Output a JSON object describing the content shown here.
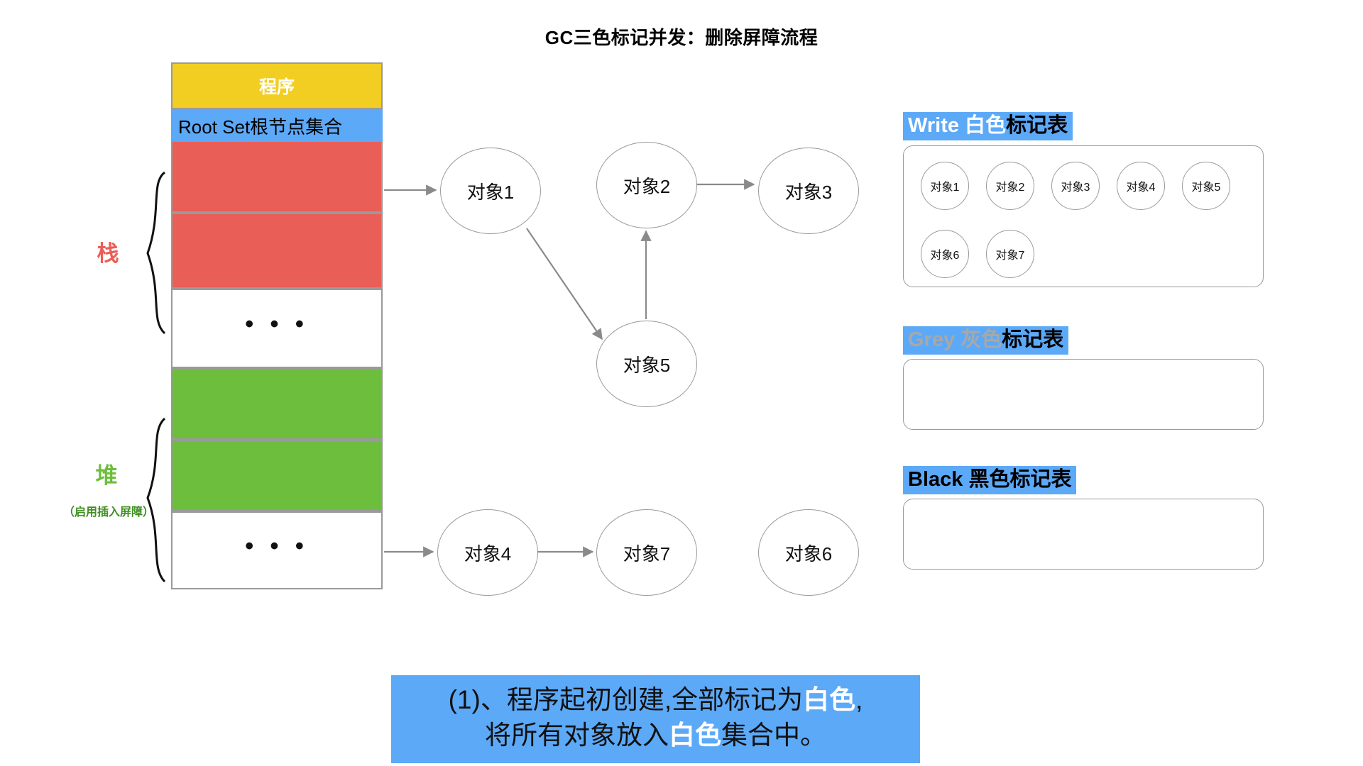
{
  "title": "GC三色标记并发：删除屏障流程",
  "memory": {
    "program_label": "程序",
    "root_set_label": "Root Set根节点集合",
    "ellipsis": "• • •",
    "slots": [
      {
        "name": "program",
        "label": "程序",
        "color": "#F2CE22"
      },
      {
        "name": "root-set",
        "label": "Root Set根节点集合",
        "color": "#5CA9F8"
      },
      {
        "name": "stack-slot-1",
        "label": "",
        "color": "#EA5E58"
      },
      {
        "name": "stack-slot-2",
        "label": "",
        "color": "#EA5E58"
      },
      {
        "name": "stack-ellipsis",
        "label": "• • •",
        "color": "#FFFFFF"
      },
      {
        "name": "heap-slot-1",
        "label": "",
        "color": "#6CBE3C"
      },
      {
        "name": "heap-slot-2",
        "label": "",
        "color": "#6CBE3C"
      },
      {
        "name": "heap-ellipsis",
        "label": "• • •",
        "color": "#FFFFFF"
      }
    ],
    "stack_label": "栈",
    "stack_color": "#EA5E58",
    "heap_label": "堆",
    "heap_sublabel": "（启用插入屏障）",
    "heap_color": "#6CBE3C"
  },
  "graph": {
    "nodes": [
      {
        "id": "obj1",
        "label": "对象1"
      },
      {
        "id": "obj2",
        "label": "对象2"
      },
      {
        "id": "obj3",
        "label": "对象3"
      },
      {
        "id": "obj5",
        "label": "对象5"
      },
      {
        "id": "obj4",
        "label": "对象4"
      },
      {
        "id": "obj7",
        "label": "对象7"
      },
      {
        "id": "obj6",
        "label": "对象6"
      }
    ],
    "edges": [
      {
        "from": "root-set",
        "to": "obj1"
      },
      {
        "from": "obj1",
        "to": "obj5"
      },
      {
        "from": "obj5",
        "to": "obj2"
      },
      {
        "from": "obj2",
        "to": "obj3"
      },
      {
        "from": "heap-slot-2",
        "to": "obj4"
      },
      {
        "from": "obj4",
        "to": "obj7"
      }
    ]
  },
  "panels": [
    {
      "name": "white-marker-table",
      "title_keyword": "Write",
      "title_color_word": "白色",
      "title_tail": "标记表",
      "keyword_style": "white",
      "highlight_color": "#5CA9F8",
      "items": [
        "对象1",
        "对象2",
        "对象3",
        "对象4",
        "对象5",
        "对象6",
        "对象7"
      ]
    },
    {
      "name": "grey-marker-table",
      "title_keyword": "Grey",
      "title_color_word": "灰色",
      "title_tail": "标记表",
      "keyword_style": "grey",
      "highlight_color": "#5CA9F8",
      "items": []
    },
    {
      "name": "black-marker-table",
      "title_keyword": "Black",
      "title_color_word": "黑色",
      "title_tail": "标记表",
      "keyword_style": "black",
      "highlight_color": "#5CA9F8",
      "items": []
    }
  ],
  "caption": {
    "line1_prefix": "(1)、程序起初创建,全部标记为",
    "line1_highlight": "白色",
    "line1_suffix": ",",
    "line2_prefix": "将所有对象放入",
    "line2_highlight": "白色",
    "line2_suffix": "集合中。",
    "background": "#5CA9F8"
  }
}
